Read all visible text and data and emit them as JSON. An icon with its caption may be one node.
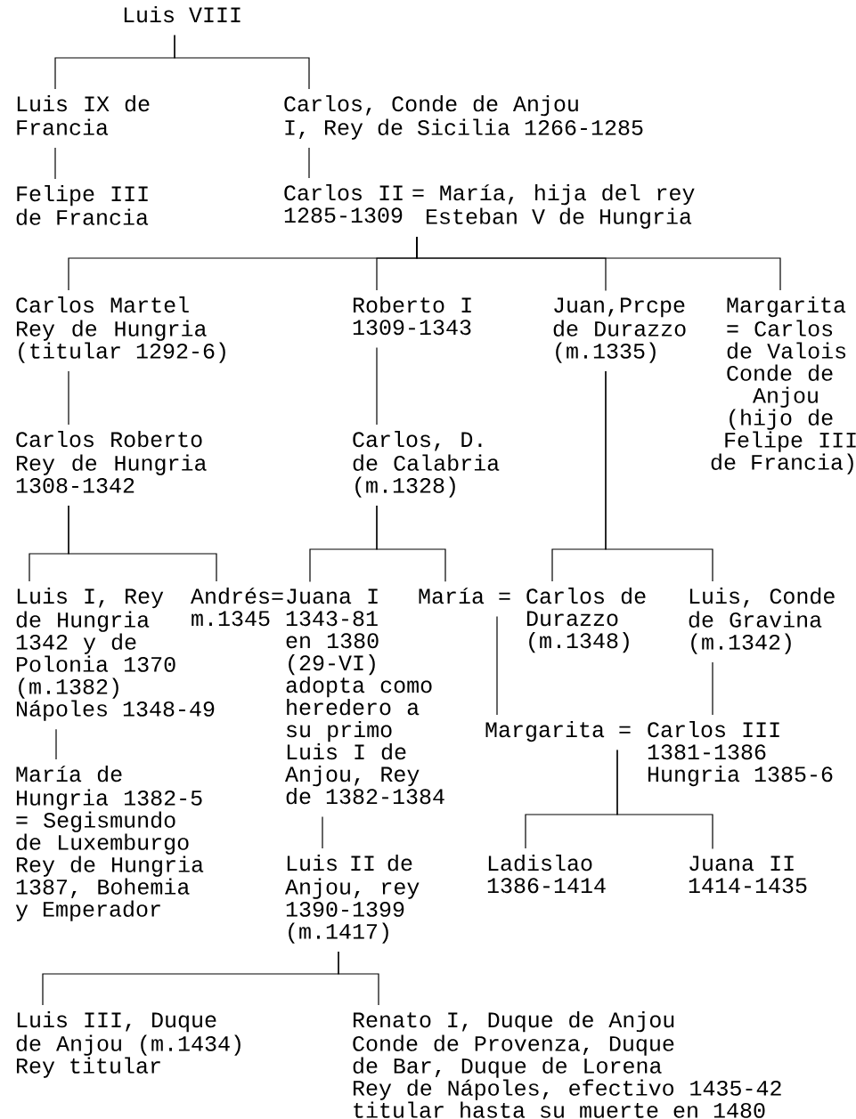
{
  "diagram": {
    "nodes": [
      {
        "text": [
          "Luis VIII"
        ]
      },
      {
        "text": [
          "Luis IX de Francia"
        ]
      },
      {
        "text": [
          "Carlos, Conde de Anjou I, Rey de Sicilia 1266-1285"
        ]
      },
      {
        "text": [
          "Felipe III de Francia"
        ]
      },
      {
        "text": [
          "Carlos II 1285-1309",
          "= María, hija del rey Esteban V de Hungria"
        ]
      },
      {
        "text": [
          "Carlos Martel Rey de Hungria (titular 1292-6)"
        ]
      },
      {
        "text": [
          "Roberto I 1309-1343"
        ]
      },
      {
        "text": [
          "Juan,Prcpe de Durazzo (m.1335)"
        ]
      },
      {
        "text": [
          "Margarita = Carlos de Valois Conde de Anjou (hijo de Felipe III de Francia)"
        ]
      },
      {
        "text": [
          "Carlos Roberto Rey de Hungria 1308-1342"
        ]
      },
      {
        "text": [
          "Carlos, D. de Calabria (m.1328)"
        ]
      },
      {
        "text": [
          "Luis I, Rey de Hungria 1342 y de Polonia 1370 (m.1382) Nápoles 1348-49"
        ]
      },
      {
        "text": [
          "Andrés= m.1345"
        ]
      },
      {
        "text": [
          "Juana I 1343-81 en 1380 (29-VI) adopta como heredero a su primo Luis I de Anjou, Rey de 1382-1384"
        ]
      },
      {
        "text": [
          "María ="
        ]
      },
      {
        "text": [
          "Carlos de Durazzo (m.1348)"
        ]
      },
      {
        "text": [
          "Luis, Conde de Gravina (m.1342)"
        ]
      },
      {
        "text": [
          "Margarita ="
        ]
      },
      {
        "text": [
          "Carlos III 1381-1386 Hungria 1385-6"
        ]
      },
      {
        "text": [
          "María de Hungria 1382-5 = Segismundo de Luxemburgo Rey de Hungria 1387, Bohemia y Emperador"
        ]
      },
      {
        "text": [
          "Luis II de Anjou, rey 1390-1399 (m.1417)"
        ]
      },
      {
        "text": [
          "Ladislao 1386-1414"
        ]
      },
      {
        "text": [
          "Juana II 1414-1435"
        ]
      },
      {
        "text": [
          "Luis III, Duque de Anjou (m.1434) Rey titular"
        ]
      },
      {
        "text": [
          "Renato I, Duque de Anjou Conde de Provenza, Duque de Bar, Duque de Lorena Rey de Nápoles, efectivo 1435-42 titular hasta su muerte en 1480"
        ]
      }
    ],
    "edges": [
      {
        "from": 0,
        "to": 1,
        "arrow": "none"
      },
      {
        "from": 0,
        "to": 2,
        "arrow": "none"
      },
      {
        "from": 1,
        "to": 3,
        "arrow": "none"
      },
      {
        "from": 2,
        "to": 4,
        "arrow": "none"
      },
      {
        "from": 4,
        "to": 5,
        "arrow": "none"
      },
      {
        "from": 4,
        "to": 6,
        "arrow": "none"
      },
      {
        "from": 4,
        "to": 7,
        "arrow": "none"
      },
      {
        "from": 4,
        "to": 8,
        "arrow": "none"
      },
      {
        "from": 5,
        "to": 9,
        "arrow": "none"
      },
      {
        "from": 6,
        "to": 10,
        "arrow": "none"
      },
      {
        "from": 7,
        "to": 15,
        "arrow": "none"
      },
      {
        "from": 7,
        "to": 16,
        "arrow": "none"
      },
      {
        "from": 9,
        "to": 11,
        "arrow": "none"
      },
      {
        "from": 9,
        "to": 12,
        "arrow": "none"
      },
      {
        "from": 10,
        "to": 13,
        "arrow": "none"
      },
      {
        "from": 10,
        "to": 14,
        "arrow": "none"
      },
      {
        "from": 11,
        "to": 19,
        "arrow": "none"
      },
      {
        "from": 13,
        "to": 20,
        "arrow": "none"
      },
      {
        "from": 14,
        "to": 17,
        "arrow": "none"
      },
      {
        "from": 16,
        "to": 18,
        "arrow": "none"
      },
      {
        "from": 17,
        "to": 21,
        "arrow": "none"
      },
      {
        "from": 17,
        "to": 22,
        "arrow": "none"
      },
      {
        "from": 20,
        "to": 23,
        "arrow": "none"
      },
      {
        "from": 20,
        "to": 24,
        "arrow": "none"
      }
    ]
  }
}
